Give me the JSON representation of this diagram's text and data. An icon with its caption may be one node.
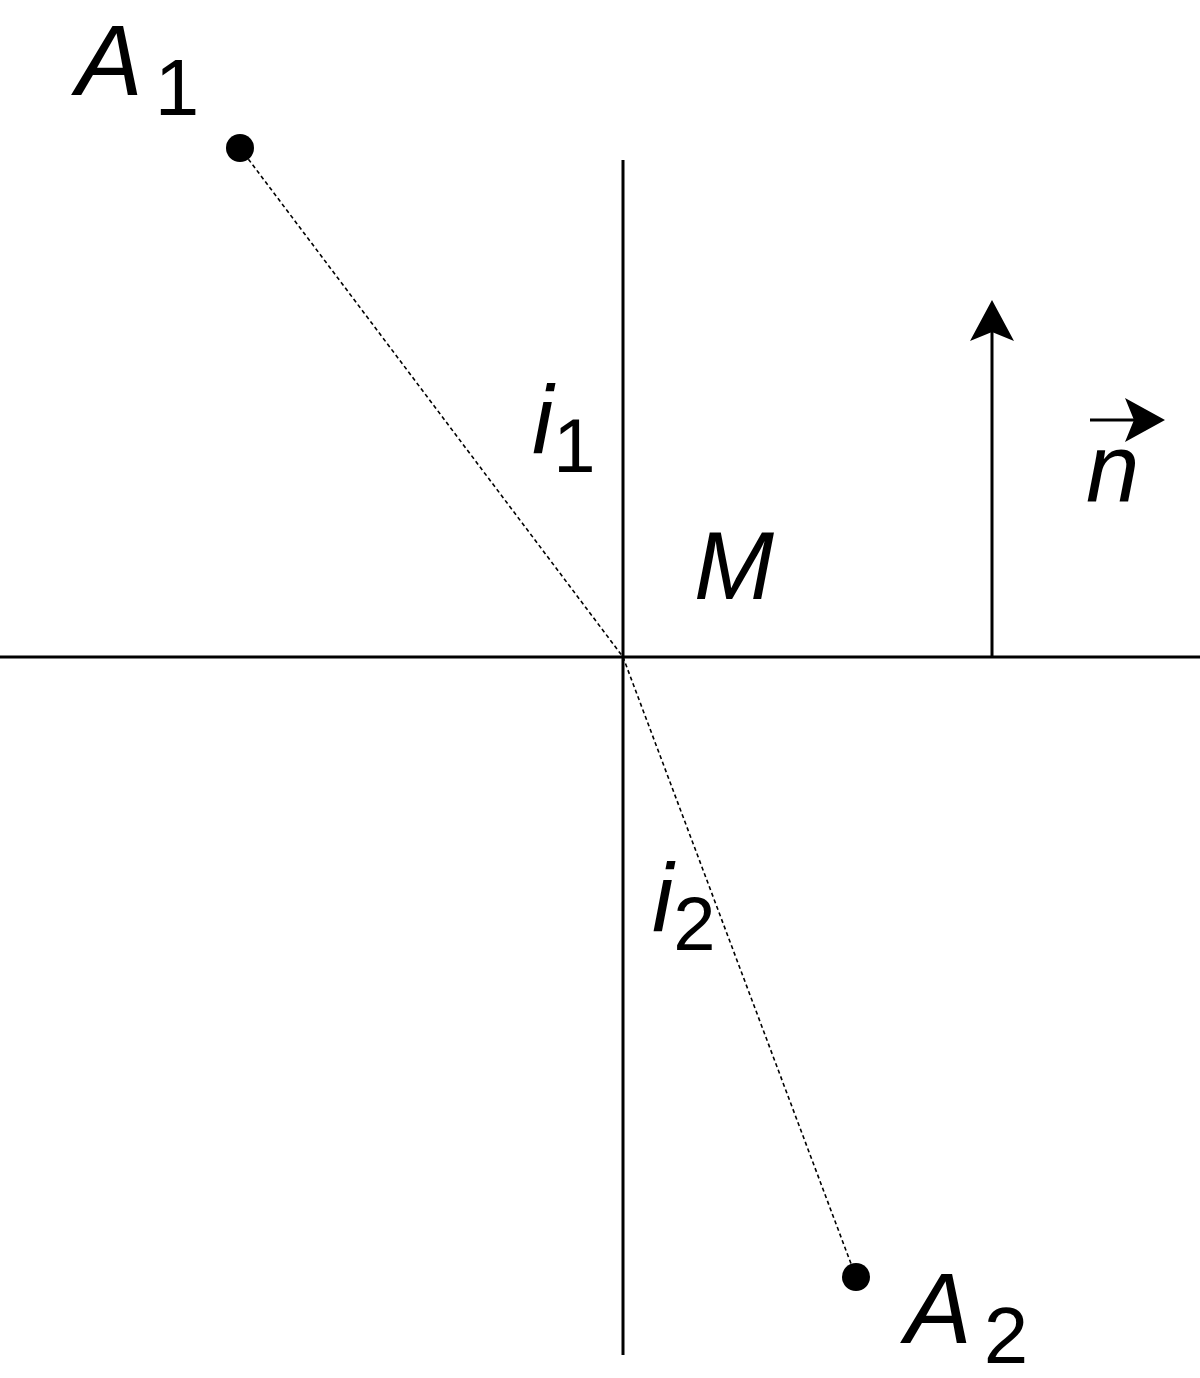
{
  "diagram": {
    "nodes": [
      {
        "text": [],
        "shape": "circle",
        "beside": [
          "A$_{1}$"
        ]
      },
      {
        "text": [],
        "shape": "circle",
        "beside": [
          "A$_{2}$"
        ]
      }
    ],
    "edges": [
      {
        "from": 0,
        "to": 1,
        "arrow": "none",
        "style": "dashed"
      }
    ],
    "labels": [
      "i$_{1}$",
      "M",
      "n",
      "i$_{2}$"
    ]
  }
}
